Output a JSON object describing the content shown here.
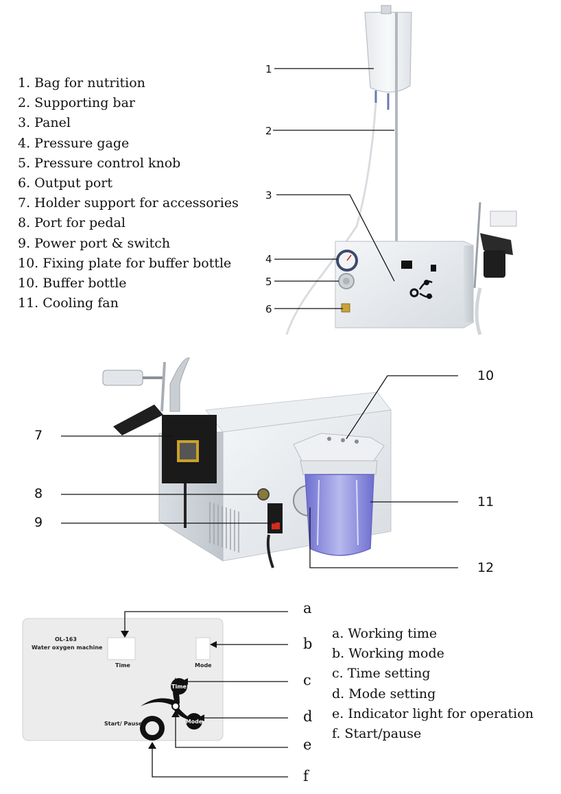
{
  "top_legend": [
    "1. Bag for nutrition",
    "2. Supporting bar",
    "3. Panel",
    "4. Pressure gage",
    "5. Pressure control knob",
    "6. Output port",
    "7. Holder support for accessories",
    "8. Port for pedal",
    "9. Power port & switch",
    "10. Fixing plate for buffer bottle",
    "10. Buffer bottle",
    "11. Cooling fan"
  ],
  "front_callouts": [
    "1",
    "2",
    "3",
    "4",
    "5",
    "6"
  ],
  "back_callouts": [
    "7",
    "8",
    "9",
    "10",
    "11",
    "12"
  ],
  "panel_callouts": [
    "a",
    "b",
    "c",
    "d",
    "e",
    "f"
  ],
  "panel_legend": [
    "a. Working time",
    "b. Working mode",
    "c. Time setting",
    "d. Mode setting",
    "e. Indicator light for operation",
    "f. Start/pause"
  ],
  "panel": {
    "model": "OL-163",
    "name": "Water oxygen machine",
    "time_label": "Time",
    "mode_label": "Mode",
    "time_button": "Time",
    "mode_button": "Mode",
    "start_label": "Start/ Pause"
  },
  "colors": {
    "background": "#ffffff",
    "device_body": "#e9ecef",
    "device_shadow": "#c9ced3",
    "bottle": "#7f7fd6",
    "panel_bg": "#ececec",
    "lines": "#111111"
  }
}
